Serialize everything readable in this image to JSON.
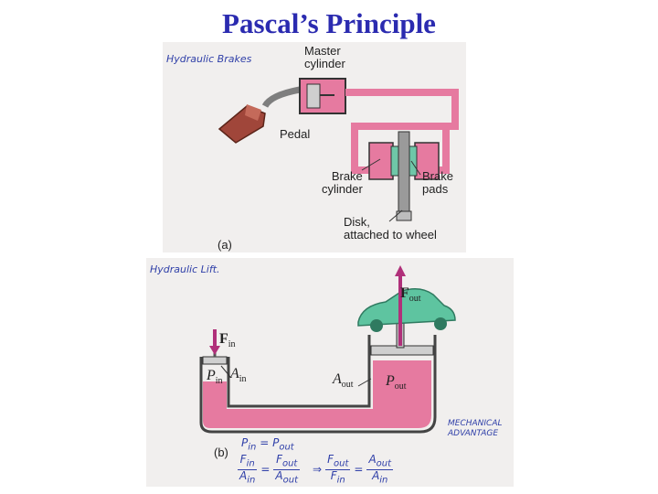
{
  "title": "Pascal’s Principle",
  "brakes": {
    "note": "Hydraulic Brakes",
    "labels": {
      "master_cylinder": [
        "Master",
        "cylinder"
      ],
      "pedal": "Pedal",
      "brake_cylinder": [
        "Brake",
        "cylinder"
      ],
      "brake_pads": [
        "Brake",
        "pads"
      ],
      "disk": [
        "Disk,",
        "attached to wheel"
      ],
      "panel": "(a)"
    },
    "colors": {
      "fluid": "#e67aa0",
      "pedal": "#a0463a",
      "metal": "#8e8e8e",
      "pads": "#6fc7a8"
    }
  },
  "lift": {
    "note": "Hydraulic Lift.",
    "labels": {
      "f_in": "F",
      "f_in_sub": "in",
      "f_out": "F",
      "f_out_sub": "out",
      "p_in": "P",
      "p_in_sub": "in",
      "a_in": "A",
      "a_in_sub": "in",
      "a_out": "A",
      "a_out_sub": "out",
      "p_out": "P",
      "p_out_sub": "out",
      "panel": "(b)"
    },
    "mechanical_advantage": [
      "MECHANICAL",
      "ADVANTAGE"
    ],
    "equations": {
      "p_eq": [
        "P",
        "in",
        "=",
        "P",
        "out"
      ],
      "f_left": {
        "num_l": "F",
        "num_l_sub": "in",
        "den_l": "A",
        "den_l_sub": "in",
        "num_r": "F",
        "num_r_sub": "out",
        "den_r": "A",
        "den_r_sub": "out"
      },
      "implies": "⇒",
      "f_right": {
        "num_l": "F",
        "num_l_sub": "out",
        "den_l": "F",
        "den_l_sub": "in",
        "num_r": "A",
        "num_r_sub": "out",
        "den_r": "A",
        "den_r_sub": "in"
      }
    },
    "colors": {
      "fluid": "#e67aa0",
      "car": "#5ec4a0",
      "arrow": "#b0307a"
    }
  }
}
